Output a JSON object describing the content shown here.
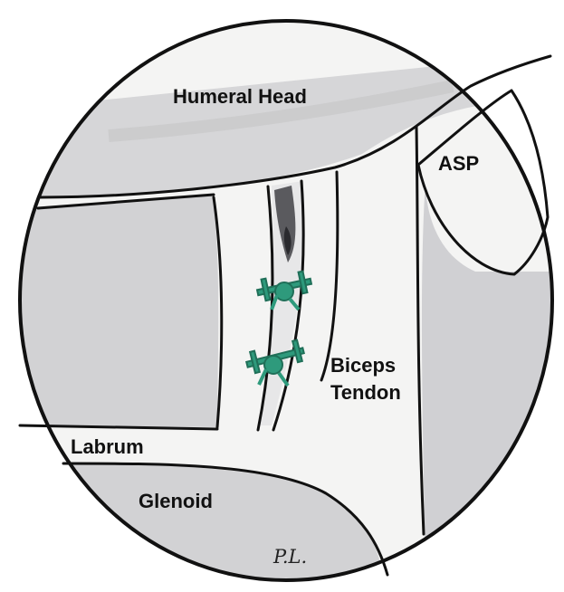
{
  "diagram": {
    "labels": {
      "humeral_head": "Humeral Head",
      "asp": "ASP",
      "biceps_line1": "Biceps",
      "biceps_line2": "Tendon",
      "labrum": "Labrum",
      "glenoid": "Glenoid"
    },
    "signature": "P.L.",
    "colors": {
      "paper": "#f4f4f3",
      "shade": "#d2d2d4",
      "shade_dark": "#c2c2c5",
      "ink": "#111111",
      "suture_green": "#2e9a7c"
    }
  }
}
